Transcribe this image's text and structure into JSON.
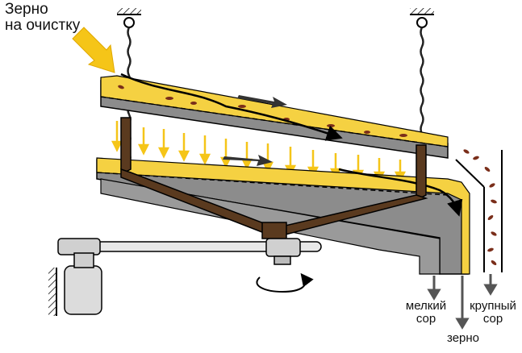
{
  "labels": {
    "input_line1": "Зерно",
    "input_line2": "на очистку",
    "fine_line1": "мелкий",
    "fine_line2": "сор",
    "coarse_line1": "крупный",
    "coarse_line2": "сор",
    "grain": "зерно"
  },
  "colors": {
    "grain": "#f5d142",
    "sieve": "#8c8c8c",
    "frame": "#5a3a1f",
    "arrow_input": "#f5c518",
    "arrow_dark": "#333333",
    "debris": "#7a2e1a"
  }
}
